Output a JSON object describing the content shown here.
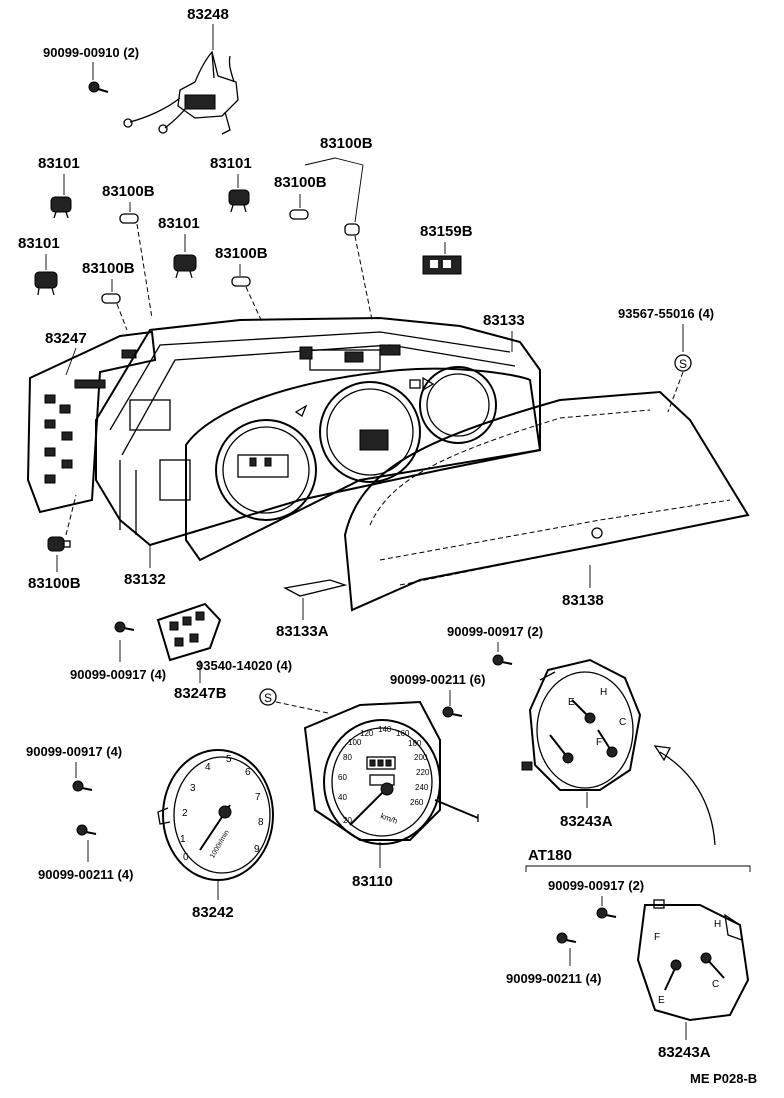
{
  "diagram_code": "ME P028-B",
  "variant_label": "AT180",
  "callouts": {
    "c83248": "83248",
    "c90099_00910": "90099-00910  (2)",
    "c83100b_top": "83100B",
    "c83101_a": "83101",
    "c83100b_a": "83100B",
    "c83101_b": "83101",
    "c83100b_b": "83100B",
    "c83101_c": "83101",
    "c83101_d": "83101",
    "c83100b_c": "83100B",
    "c83100b_d": "83100B",
    "c83159b": "83159B",
    "c83247": "83247",
    "c83133": "83133",
    "c93567_55016": "93567-55016  (4)",
    "c83100b_e": "83100B",
    "c83132": "83132",
    "c83133a": "83133A",
    "c83138": "83138",
    "c90099_00917_a": "90099-00917  (4)",
    "c83247b": "83247B",
    "c93540_14020": "93540-14020  (4)",
    "c90099_00917_b": "90099-00917  (2)",
    "c90099_00211_a": "90099-00211  (6)",
    "c90099_00917_c": "90099-00917  (4)",
    "c90099_00211_b": "90099-00211  (4)",
    "c83242": "83242",
    "c83110": "83110",
    "c83243a_a": "83243A",
    "c90099_00917_d": "90099-00917  (2)",
    "c90099_00211_c": "90099-00211  (4)",
    "c83243a_b": "83243A"
  },
  "gauge_text": {
    "s_mark": "S",
    "tacho_unit": "1000r/min",
    "speedo_unit": "km/h",
    "tacho_ticks": [
      "0",
      "1",
      "2",
      "3",
      "4",
      "5",
      "6",
      "7",
      "8",
      "9"
    ],
    "speedo_ticks": [
      "20",
      "40",
      "60",
      "80",
      "100",
      "120",
      "140",
      "160",
      "180",
      "200",
      "220",
      "240",
      "260"
    ],
    "fuel_full": "F",
    "fuel_empty": "E",
    "temp_hot": "H",
    "temp_cold": "C"
  }
}
